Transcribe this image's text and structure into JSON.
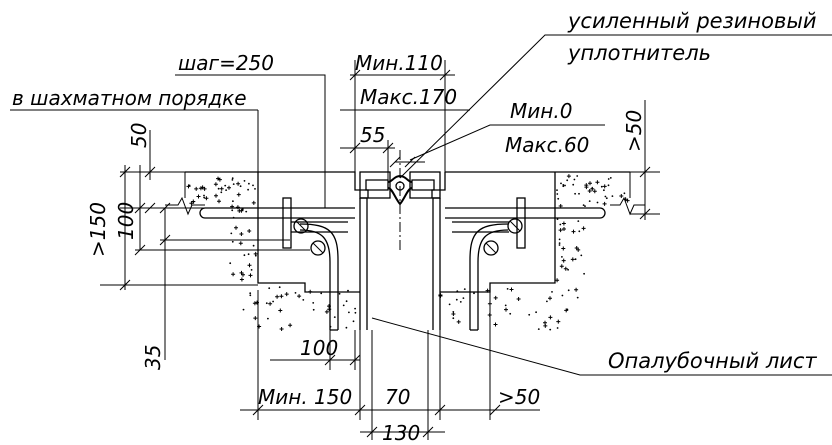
{
  "colors": {
    "ink": "#000000",
    "paper": "#ffffff"
  },
  "labels": {
    "seal_line1": "усиленный резиновый",
    "seal_line2": "уплотнитель",
    "step": "шаг=250",
    "staggered": "в шахматном порядке",
    "min110": "Мин.110",
    "max170": "Макс.170",
    "min0": "Мин.0",
    "max60": "Макс.60",
    "d55": "55",
    "d50": "50",
    "d150": ">150",
    "d100v": "100",
    "d50r": ">50",
    "d35": "35",
    "d100h": "100",
    "formwork": "Опалубочный лист",
    "min150": "Мин. 150",
    "d70": "70",
    "d50b": ">50",
    "d130": "130"
  }
}
